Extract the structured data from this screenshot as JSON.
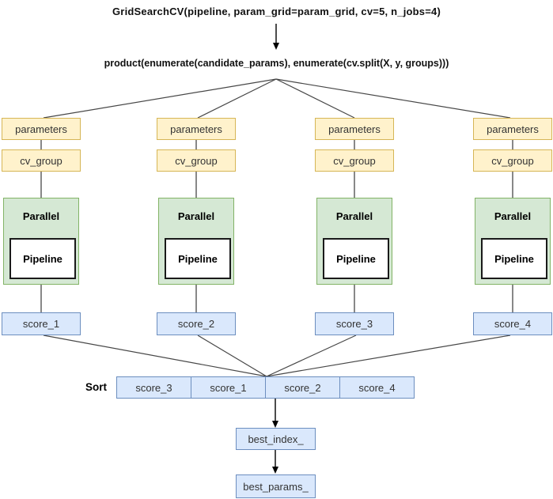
{
  "title": "GridSearchCV(pipeline, param_grid=param_grid, cv=5, n_jobs=4)",
  "subtitle": "product(enumerate(candidate_params), enumerate(cv.split(X, y, groups)))",
  "columns": [
    {
      "parameters": "parameters",
      "cv_group": "cv_group",
      "parallel": "Parallel",
      "pipeline": "Pipeline",
      "score": "score_1"
    },
    {
      "parameters": "parameters",
      "cv_group": "cv_group",
      "parallel": "Parallel",
      "pipeline": "Pipeline",
      "score": "score_2"
    },
    {
      "parameters": "parameters",
      "cv_group": "cv_group",
      "parallel": "Parallel",
      "pipeline": "Pipeline",
      "score": "score_3"
    },
    {
      "parameters": "parameters",
      "cv_group": "cv_group",
      "parallel": "Parallel",
      "pipeline": "Pipeline",
      "score": "score_4"
    }
  ],
  "sort": {
    "label": "Sort",
    "cells": [
      "score_3",
      "score_1",
      "score_2",
      "score_4"
    ]
  },
  "results": {
    "best_index": "best_index_",
    "best_params": "best_params_"
  },
  "colors": {
    "yellow_fill": "#fff2cc",
    "yellow_border": "#d6b656",
    "green_fill": "#d5e8d4",
    "green_border": "#82b366",
    "blue_fill": "#dae8fc",
    "blue_border": "#6c8ebf",
    "line": "#474747",
    "arrow": "#000000"
  }
}
